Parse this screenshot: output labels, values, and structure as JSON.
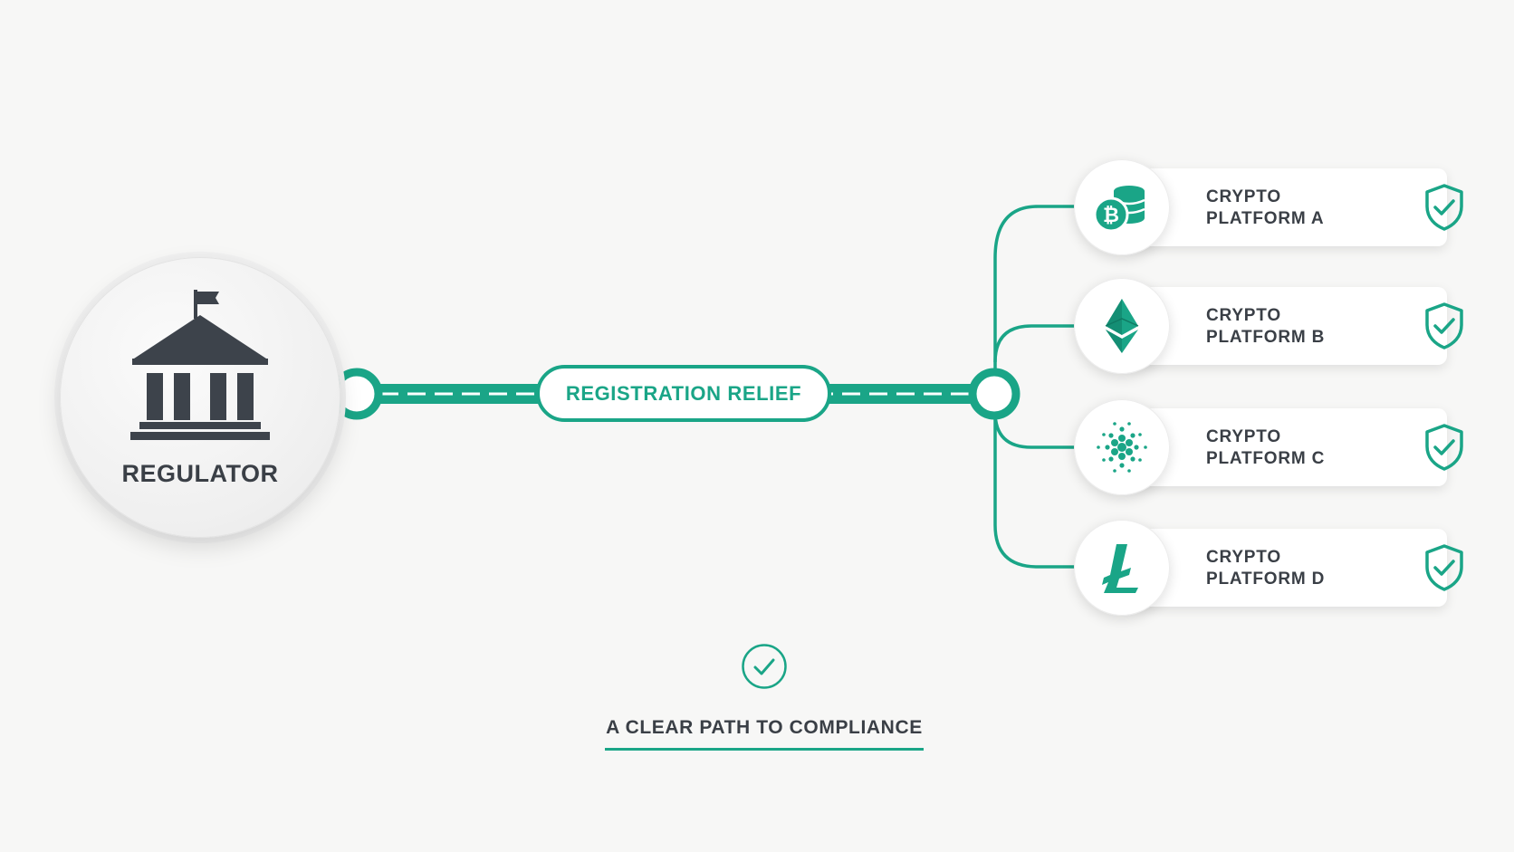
{
  "colors": {
    "accent": "#1aa587",
    "text": "#3a3f46",
    "background": "#f7f7f6"
  },
  "regulator": {
    "label": "REGULATOR",
    "icon": "bank-building-icon"
  },
  "connector": {
    "label": "REGISTRATION RELIEF"
  },
  "platforms": [
    {
      "line1": "CRYPTO",
      "line2": "PLATFORM A",
      "icon": "bitcoin-coins-icon",
      "status_icon": "shield-check-icon"
    },
    {
      "line1": "CRYPTO",
      "line2": "PLATFORM B",
      "icon": "ethereum-icon",
      "status_icon": "shield-check-icon"
    },
    {
      "line1": "CRYPTO",
      "line2": "PLATFORM C",
      "icon": "cardano-icon",
      "status_icon": "shield-check-icon"
    },
    {
      "line1": "CRYPTO",
      "line2": "PLATFORM D",
      "icon": "litecoin-icon",
      "status_icon": "shield-check-icon"
    }
  ],
  "footer": {
    "text": "A CLEAR PATH TO COMPLIANCE",
    "icon": "check-circle-icon"
  }
}
